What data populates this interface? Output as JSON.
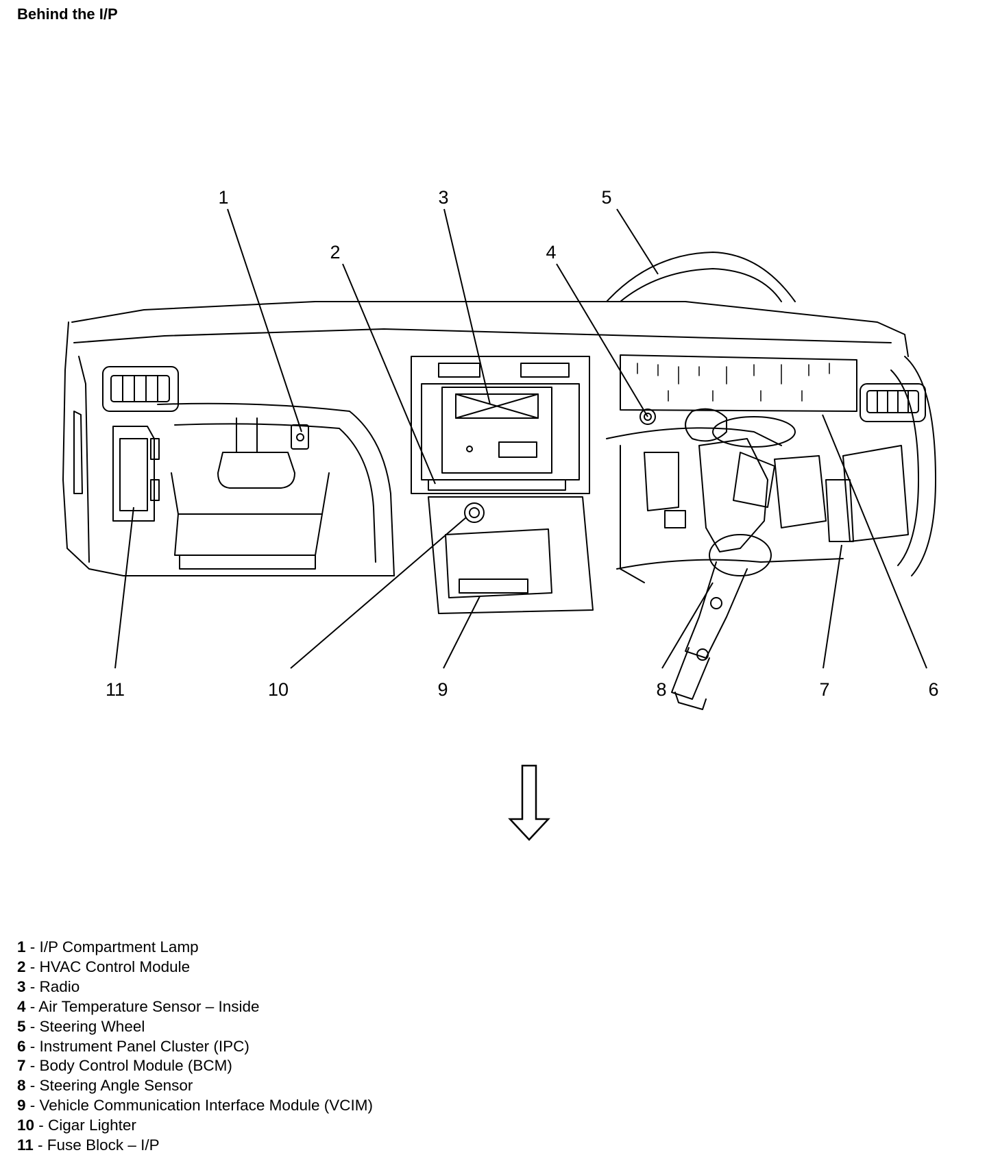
{
  "title": "Behind the I/P",
  "callouts": [
    "1",
    "2",
    "3",
    "4",
    "5",
    "6",
    "7",
    "8",
    "9",
    "10",
    "11"
  ],
  "legend": [
    {
      "num": "1",
      "label": "I/P Compartment Lamp"
    },
    {
      "num": "2",
      "label": "HVAC Control Module"
    },
    {
      "num": "3",
      "label": "Radio"
    },
    {
      "num": "4",
      "label": "Air Temperature Sensor – Inside"
    },
    {
      "num": "5",
      "label": "Steering Wheel"
    },
    {
      "num": "6",
      "label": "Instrument Panel Cluster (IPC)"
    },
    {
      "num": "7",
      "label": "Body Control Module (BCM)"
    },
    {
      "num": "8",
      "label": "Steering Angle Sensor"
    },
    {
      "num": "9",
      "label": "Vehicle Communication Interface Module (VCIM)"
    },
    {
      "num": "10",
      "label": "Cigar Lighter"
    },
    {
      "num": "11",
      "label": "Fuse Block – I/P"
    }
  ]
}
